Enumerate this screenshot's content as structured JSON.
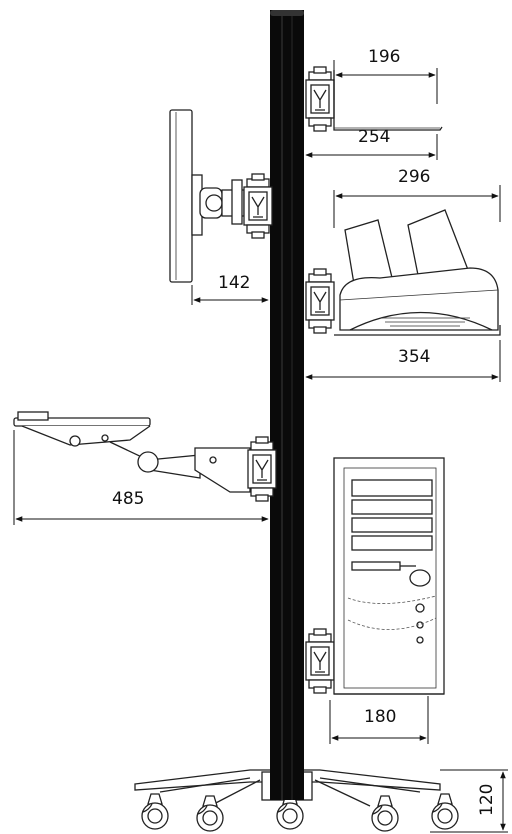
{
  "dimensions": {
    "top_shelf_depth": "196",
    "top_shelf_total": "254",
    "printer_shelf_depth": "296",
    "printer_shelf_total": "354",
    "monitor_arm_reach": "142",
    "keyboard_arm_reach": "485",
    "cpu_holder_width": "180",
    "base_height": "120"
  },
  "colors": {
    "pole": "#0a0a0a",
    "outline": "#222222",
    "background": "#ffffff"
  },
  "icons": {
    "wheel": "caster-wheel-icon",
    "clamp": "pole-clamp-icon"
  }
}
